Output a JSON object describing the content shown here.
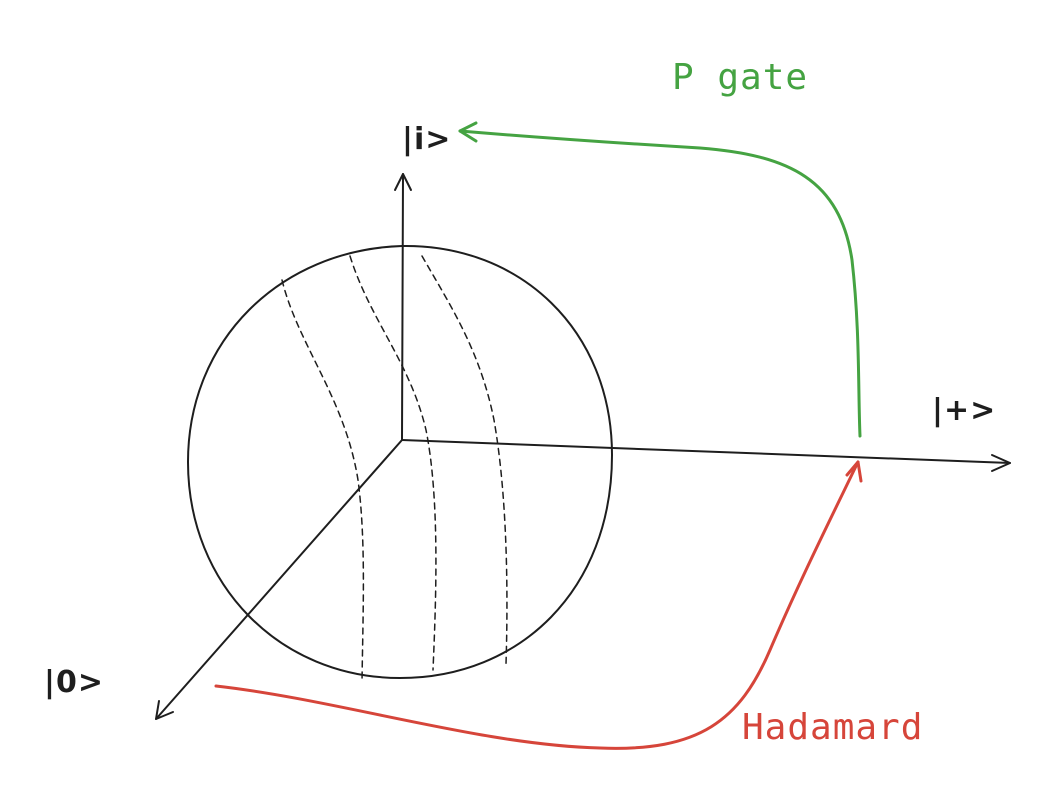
{
  "labels": {
    "state_i": "|i>",
    "state_plus": "|+>",
    "state_zero": "|0>",
    "p_gate": "P gate",
    "hadamard": "Hadamard"
  },
  "colors": {
    "ink": "#1e1e1e",
    "p_gate_arrow": "#45a342",
    "hadamard_arrow": "#d6453a",
    "background": "#ffffff"
  }
}
